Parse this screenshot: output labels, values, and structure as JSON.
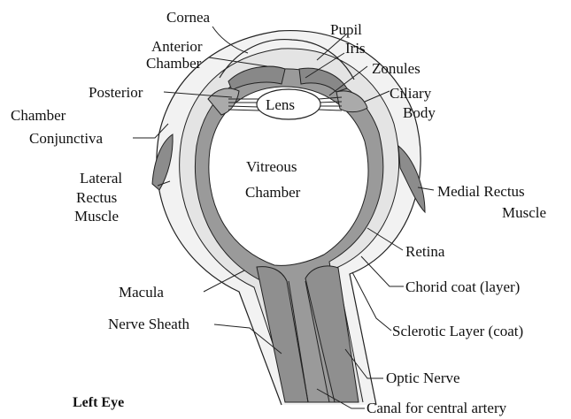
{
  "caption": "Left Eye",
  "labels": {
    "cornea": "Cornea",
    "pupil": "Pupil",
    "anterior_1": "Anterior",
    "anterior_2": "Chamber",
    "iris": "Iris",
    "zonules": "Zonules",
    "posterior": "Posterior",
    "ciliary_1": "Ciliary",
    "ciliary_2": "Body",
    "lens": "Lens",
    "chamber": "Chamber",
    "conjunctiva": "Conjunctiva",
    "lateral_1": "Lateral",
    "lateral_2": "Rectus",
    "lateral_3": "Muscle",
    "vitreous_1": "Vitreous",
    "vitreous_2": "Chamber",
    "medial_1": "Medial  Rectus",
    "medial_2": "Muscle",
    "retina": "Retina",
    "macula": "Macula",
    "chorid": "Chorid coat (layer)",
    "nerve_sheath": "Nerve Sheath",
    "sclerotic": "Sclerotic Layer (coat)",
    "optic_nerve": "Optic Nerve",
    "canal": "Canal for central artery"
  },
  "colors": {
    "outline": "#222222",
    "retina_band": "#9a9a9a",
    "layer_fill": "#eeeeee",
    "muscle": "#8c8c8c",
    "lens_fill": "#ffffff"
  }
}
